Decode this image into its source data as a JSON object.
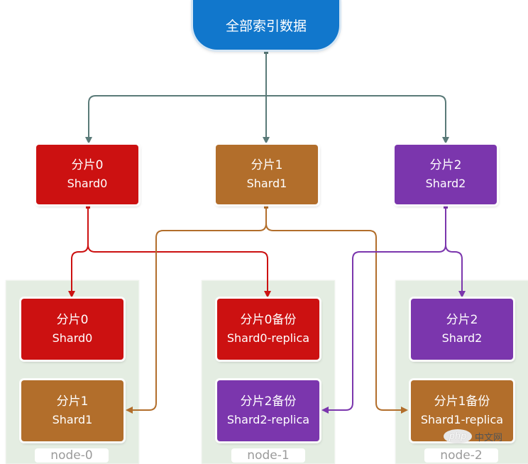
{
  "root": {
    "label": "全部索引数据"
  },
  "shards": [
    {
      "cn": "分片0",
      "en": "Shard0",
      "color": "#cc1111"
    },
    {
      "cn": "分片1",
      "en": "Shard1",
      "color": "#b26e2b"
    },
    {
      "cn": "分片2",
      "en": "Shard2",
      "color": "#7b36ad"
    }
  ],
  "nodes": [
    {
      "name": "node-0",
      "boxes": [
        {
          "cn": "分片0",
          "en": "Shard0",
          "color": "#cc1111"
        },
        {
          "cn": "分片1",
          "en": "Shard1",
          "color": "#b26e2b"
        }
      ]
    },
    {
      "name": "node-1",
      "boxes": [
        {
          "cn": "分片0备份",
          "en": "Shard0-replica",
          "color": "#cc1111"
        },
        {
          "cn": "分片2备份",
          "en": "Shard2-replica",
          "color": "#7b36ad"
        }
      ]
    },
    {
      "name": "node-2",
      "boxes": [
        {
          "cn": "分片2",
          "en": "Shard2",
          "color": "#7b36ad"
        },
        {
          "cn": "分片1备份",
          "en": "Shard1-replica",
          "color": "#b26e2b"
        }
      ]
    }
  ],
  "watermark": {
    "logo": "php",
    "text": "中文网"
  },
  "colors": {
    "root": "#1177cc",
    "trunk": "#5a7a78",
    "red": "#cc1111",
    "brown": "#b26e2b",
    "purple": "#7b36ad",
    "node_bg": "#e4ede2"
  }
}
